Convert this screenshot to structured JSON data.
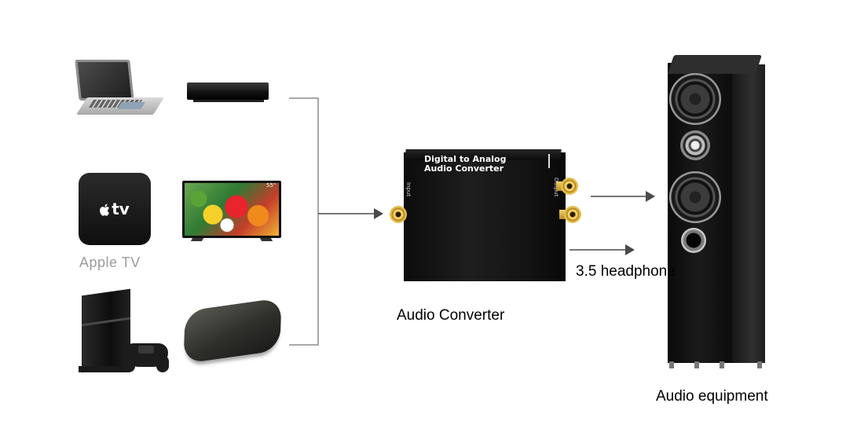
{
  "sources": {
    "apple_tv": {
      "logo_text": "tv",
      "label": "Apple TV"
    },
    "tv": {
      "size_text": "55\""
    }
  },
  "converter": {
    "title_line1": "Digital to Analog",
    "title_line2": "Audio Converter",
    "input_text": "Input",
    "output_text": "Output",
    "label": "Audio Converter"
  },
  "headphone": {
    "label": "3.5 headphone"
  },
  "equipment": {
    "label": "Audio equipment"
  },
  "colors": {
    "connector_line": "#8c8c8c",
    "arrow": "#4a4a4a",
    "gold_jack": "#e5c050"
  }
}
